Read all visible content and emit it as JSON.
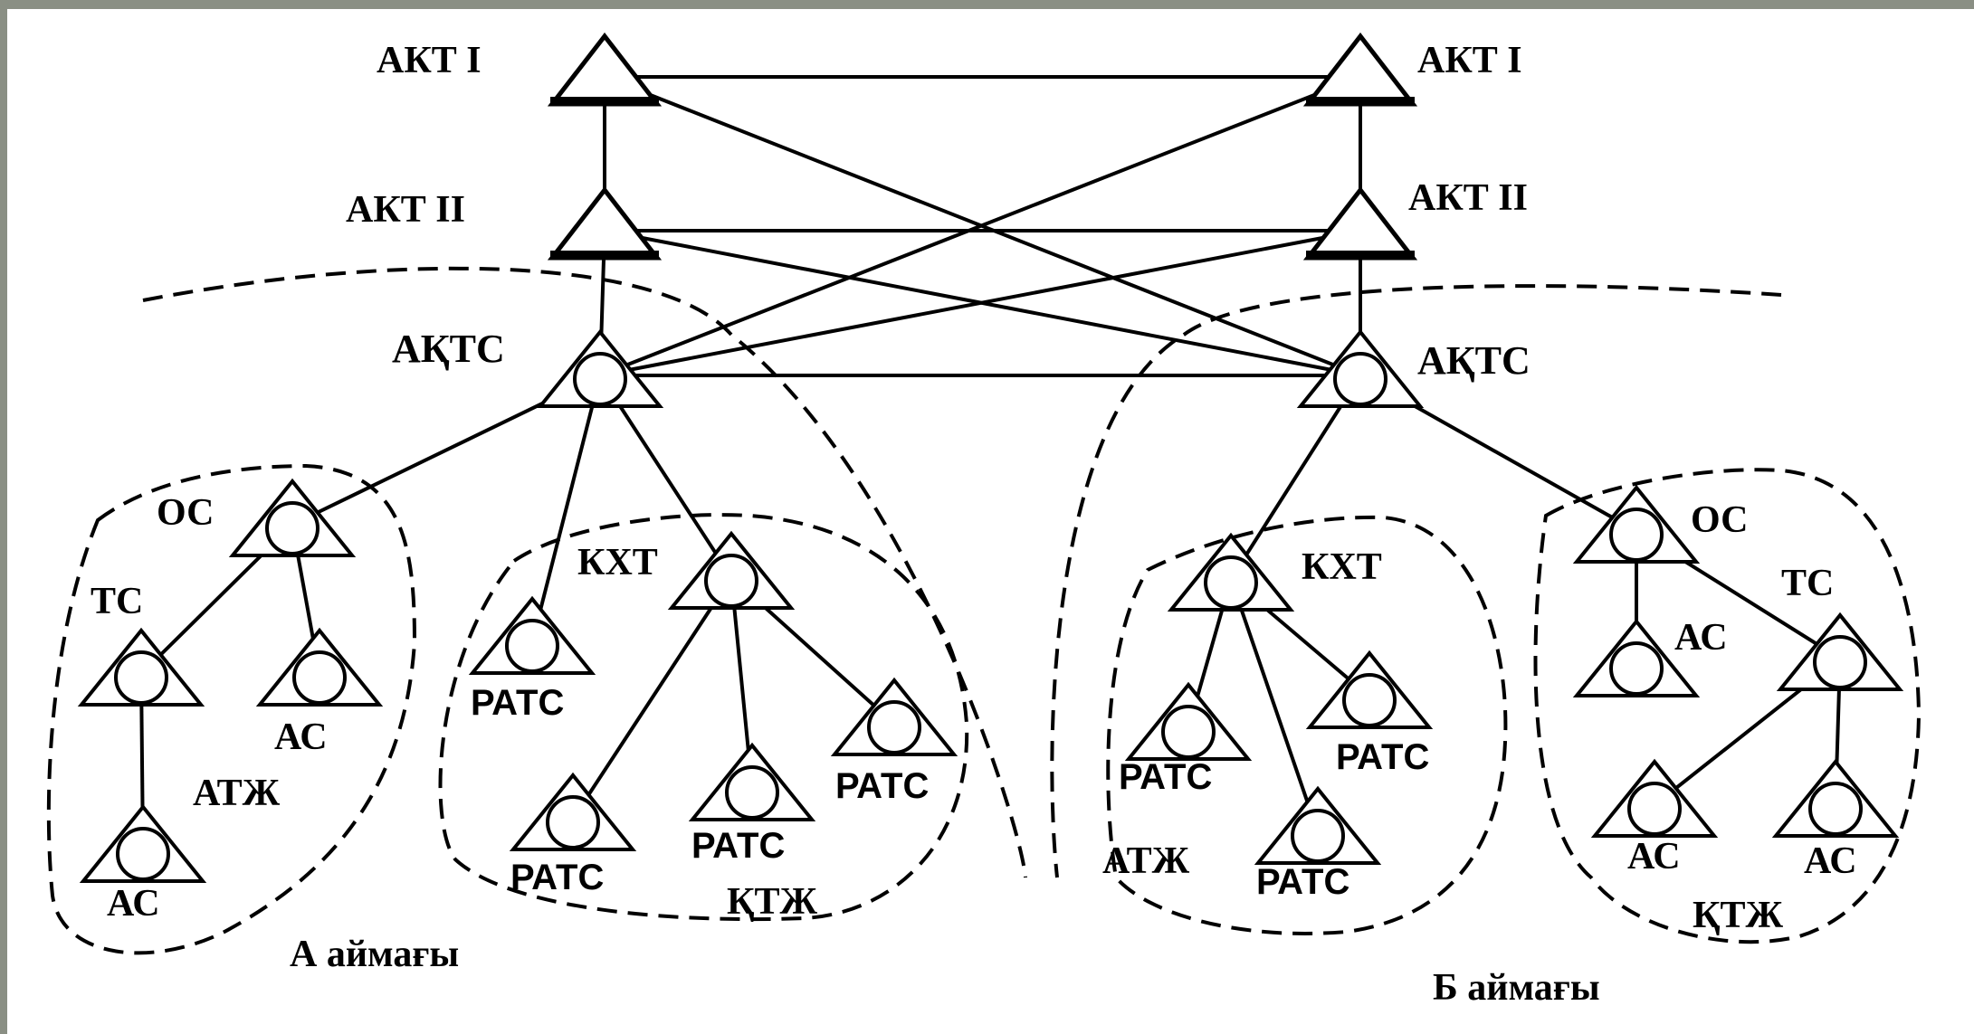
{
  "labels": {
    "akt1_left": "АКТ I",
    "akt1_right": "АКТ I",
    "akt2_left": "АКТ II",
    "akt2_right": "АКТ II",
    "aktc_left": "АҚТС",
    "aktc_right": "АҚТС",
    "os_left": "ОС",
    "os_right": "ОС",
    "tc_left": "ТС",
    "tc_right": "ТС",
    "ac_left_1": "АС",
    "ac_left_2": "АС",
    "ac_right_1": "АС",
    "ac_right_2": "АС",
    "ac_right_3": "АС",
    "atzh_left": "АТЖ",
    "atzh_right": "АТЖ",
    "kht_left": "КХТ",
    "kht_right": "КХТ",
    "ratc_l1": "РАТС",
    "ratc_l2": "РАТС",
    "ratc_l3": "РАТС",
    "ratc_l4": "РАТС",
    "ratc_r1": "РАТС",
    "ratc_r2": "РАТС",
    "ratc_r3": "РАТС",
    "ktzh_left": "ҚТЖ",
    "ktzh_right": "ҚТЖ",
    "zone_a": "А аймағы",
    "zone_b": "Б аймағы"
  },
  "nodes": [
    {
      "id": "akt1_l",
      "kind": "triangle-heavy"
    },
    {
      "id": "akt1_r",
      "kind": "triangle-heavy"
    },
    {
      "id": "akt2_l",
      "kind": "triangle-heavy"
    },
    {
      "id": "akt2_r",
      "kind": "triangle-heavy"
    },
    {
      "id": "aktc_l",
      "kind": "triangle-circle"
    },
    {
      "id": "aktc_r",
      "kind": "triangle-circle"
    },
    {
      "id": "os_l",
      "kind": "triangle-circle"
    },
    {
      "id": "tc_l",
      "kind": "triangle-circle"
    },
    {
      "id": "ac_l1",
      "kind": "triangle-circle"
    },
    {
      "id": "ac_l2",
      "kind": "triangle-circle"
    },
    {
      "id": "kht_l",
      "kind": "triangle-circle"
    },
    {
      "id": "ratc_l1",
      "kind": "triangle-circle"
    },
    {
      "id": "ratc_l2",
      "kind": "triangle-circle"
    },
    {
      "id": "ratc_l3",
      "kind": "triangle-circle"
    },
    {
      "id": "ratc_l4",
      "kind": "triangle-circle"
    },
    {
      "id": "kht_r",
      "kind": "triangle-circle"
    },
    {
      "id": "ratc_r1",
      "kind": "triangle-circle"
    },
    {
      "id": "ratc_r2",
      "kind": "triangle-circle"
    },
    {
      "id": "ratc_r3",
      "kind": "triangle-circle"
    },
    {
      "id": "os_r",
      "kind": "triangle-circle"
    },
    {
      "id": "tc_r",
      "kind": "triangle-circle"
    },
    {
      "id": "ac_r1",
      "kind": "triangle-circle"
    },
    {
      "id": "ac_r2",
      "kind": "triangle-circle"
    },
    {
      "id": "ac_r3",
      "kind": "triangle-circle"
    }
  ],
  "edges": [
    [
      "akt1_l",
      "akt1_r"
    ],
    [
      "akt2_l",
      "akt2_r"
    ],
    [
      "aktc_l",
      "aktc_r"
    ],
    [
      "akt1_l",
      "akt2_l"
    ],
    [
      "akt1_r",
      "akt2_r"
    ],
    [
      "akt2_l",
      "aktc_l"
    ],
    [
      "akt2_r",
      "aktc_r"
    ],
    [
      "akt1_l",
      "aktc_r"
    ],
    [
      "akt1_r",
      "aktc_l"
    ],
    [
      "akt2_l",
      "aktc_r"
    ],
    [
      "akt2_r",
      "aktc_l"
    ],
    [
      "aktc_l",
      "os_l"
    ],
    [
      "aktc_l",
      "ratc_l1"
    ],
    [
      "aktc_l",
      "kht_l"
    ],
    [
      "os_l",
      "tc_l"
    ],
    [
      "os_l",
      "ac_l1"
    ],
    [
      "tc_l",
      "ac_l2"
    ],
    [
      "kht_l",
      "ratc_l2"
    ],
    [
      "kht_l",
      "ratc_l3"
    ],
    [
      "kht_l",
      "ratc_l4"
    ],
    [
      "aktc_r",
      "kht_r"
    ],
    [
      "aktc_r",
      "os_r"
    ],
    [
      "kht_r",
      "ratc_r1"
    ],
    [
      "kht_r",
      "ratc_r2"
    ],
    [
      "kht_r",
      "ratc_r3"
    ],
    [
      "os_r",
      "ac_r1"
    ],
    [
      "os_r",
      "tc_r"
    ],
    [
      "tc_r",
      "ac_r2"
    ],
    [
      "tc_r",
      "ac_r3"
    ]
  ]
}
